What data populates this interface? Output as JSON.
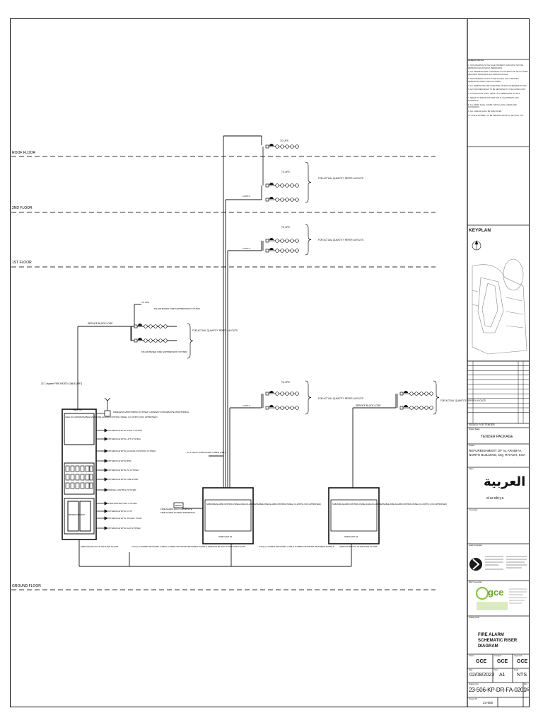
{
  "floors": {
    "roof": "ROOF FLOOR",
    "second": "2ND FLOOR",
    "first": "1ST FLOOR",
    "ground": "GROUND FLOOR"
  },
  "main_panel": {
    "tag": "FACP-01",
    "label": "ANALOG ADDRESSABLE MAIN FIRE ALARM CONTROL PANEL (4 LOOPS) (COC APPROVED)",
    "battery": "BATTERY BACKUP"
  },
  "sub_panel_1": {
    "label": "SUB-FIRE ALARM CONTROL PANEL ANALOG ADDRESSABLE FIRE ALARM CONTROL PANEL (4 LOOPS) (COC APPROVED)",
    "tag": "SUB-FACP-01"
  },
  "sub_panel_2": {
    "label": "SUB-FIRE ALARM CONTROL PANEL ANALOG ADDRESSABLE FIRE ALARM CONTROL PANEL (4 LOOPS) (COC APPROVED)",
    "tag": "SUB-FACP-02"
  },
  "labels": {
    "cable_top_left": "2C 1.5sqmm FIRE RATED CABLE (FRT)",
    "cable_mid": "2C 1.5sqmm FIRE RATED CABLE (FRT)",
    "loop_gf": "SERVICE BLOCK LOOP",
    "loop_gf2": "SERVICE BLOCK LOOP",
    "for_actual_qty": "FOR ACTUAL QUANTITY REFER LAYOUTS",
    "to_ups": "TO UPS",
    "gas_supp_1": "FM-200 BASED FIRE SUPPRESSION SYSTEM",
    "gas_supp_2": "FM-200 BASED FIRE SUPPRESSION SYSTEM",
    "addressable_zone": "WIRELESS MONITORING SYSTEM / GATEWAY FOR REMOTE MONITORING",
    "loop_label": "LOOP-1",
    "loop_label_2": "LOOP-2",
    "loop_label_3": "LOOP-3",
    "loop_label_4": "LOOP-4",
    "interface_1": "INTERFACE WITH HVAC SYSTEM",
    "interface_2": "INTERFACE WITH LIFT SYSTEM",
    "interface_3": "INTERFACE WITH ACCESS CONTROL SYSTEM",
    "interface_4": "INTERFACE WITH BMS",
    "interface_5": "INTERFACE WITH PA SYSTEM",
    "interface_6": "INTERFACE WITH FIRE PUMP",
    "interface_7": "INTERFACE WITH CCTV",
    "interface_8": "INTERFACE WITH JOCKEY PUMP",
    "interface_9": "INTERFACE WITH GAS SYSTEM",
    "smoke_control": "SMOKE CONTROL SYSTEM",
    "fire_protection": "FIRE PROTECTION SYSTEM",
    "reflector": "BEAM",
    "bottom_link_1": "2.5sqmm WIRED NETWORK CABLE & FIBER NETWORK BETWEEN PANELS",
    "bottom_link_2": "2.5sqmm WIRED NETWORK CABLE & FIBER NETWORK BETWEEN PANELS",
    "gf_loop_1": "SERVICE BLOCK IN GROUND FLOOR",
    "gf_loop_2": "SERVICE BLOCK IN GROUND FLOOR",
    "gf_loop_3": "SERVICE BLOCK IN GROUND FLOOR",
    "fire_alarm_input": "FIRE ALARM INPUT FROM SITE",
    "fa_system": "FIRE ALARM SYSTEM INTERFACE"
  },
  "title_block": {
    "keyplan": "KEYPLAN",
    "issue_purpose": "ISSUED FOR TENDER",
    "stage_label": "Project Stage",
    "stage": "TENDER PACKAGE",
    "project_label": "Project",
    "project": "REFURBISHMENT OF AL ARABIYA, NORTH BUILDING, DQ, RIYADH, KSA",
    "client_label": "Client",
    "client_logo_text": "العربية",
    "client_logo_sub": "alarabiya",
    "consultant_label": "Consultant",
    "lead_label": "Lead Consultant",
    "mep_label": "MEP Consultant",
    "gce_logo": "gce",
    "drawing_title_label": "Drawing Title",
    "drawing_title": "FIRE ALARM SCHEMATIC RISER DIAGRAM",
    "drawn_by_label": "Drawn",
    "drawn_by": "GCE",
    "checked_label": "Checked",
    "checked": "GCE",
    "approved_label": "Approved",
    "approved": "GCE",
    "date_label": "Date",
    "date": "02/08/2023",
    "size_label": "Size",
    "size": "A1",
    "scale_label": "Scale",
    "scale": "NTS",
    "dwg_no_label": "Drawing No.",
    "dwg_no": "23-506-KP-DR-FA-0201",
    "rev_label": "Rev",
    "rev": "05",
    "project_no_label": "Project No.",
    "project_no": "23-506"
  },
  "general_notes_title": "GENERAL NOTES",
  "general_notes": [
    "THIS DRAWING IS THE SOLE PROPERTY AND MUST NOT BE REPRODUCED WITHOUT PERMISSION.",
    "ALL DRAWINGS ARE TO BE READ IN CONJUNCTION WITH OTHER RELEVANT DRAWINGS AND SPECIFICATIONS.",
    "THIS DRAWING IS NOT TO BE SCALED. ONLY WRITTEN DIMENSIONS ARE TO BE FOLLOWED.",
    "ALL DIMENSIONS ARE IN METRES UNLESS OTHERWISE NOTED.",
    "ANY DISCREPANCIES TO BE REPORTED TO THE CONSULTANT.",
    "CONTRACTOR SHALL VERIFY ALL DIMENSIONS ON SITE.",
    "REFER TO SPECIFICATIONS FOR ALL EQUIPMENT AND MATERIALS.",
    "ALL WORK SHALL COMPLY WITH LOCAL CODES AND STANDARDS.",
    "ALL CABLES SHALL BE FIRE RATED.",
    "SITE ALIGNMENT TO BE VERIFIED PRIOR TO SETTING OUT."
  ],
  "colors": {
    "line": "#111111",
    "dashed": "#333333",
    "gce_green": "#8dc63f",
    "logo_dark": "#1a1a1a"
  }
}
